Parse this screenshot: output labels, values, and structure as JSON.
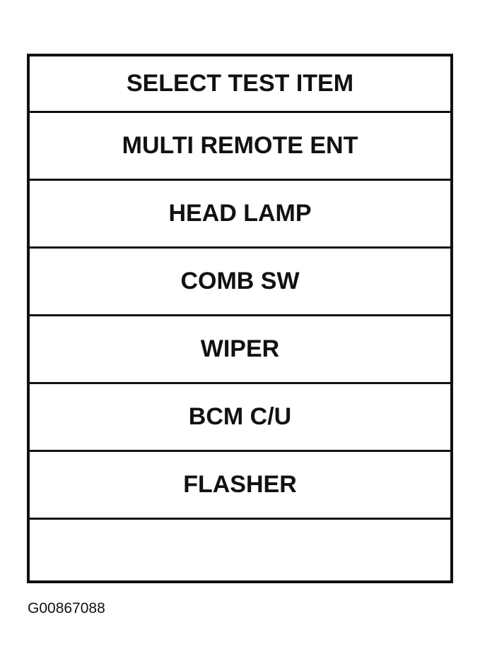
{
  "screen": {
    "title": "SELECT TEST ITEM",
    "items": [
      {
        "label": "MULTI REMOTE ENT"
      },
      {
        "label": "HEAD LAMP"
      },
      {
        "label": "COMB SW"
      },
      {
        "label": "WIPER"
      },
      {
        "label": "BCM C/U"
      },
      {
        "label": "FLASHER"
      },
      {
        "label": ""
      }
    ]
  },
  "figure_code": "G00867088"
}
